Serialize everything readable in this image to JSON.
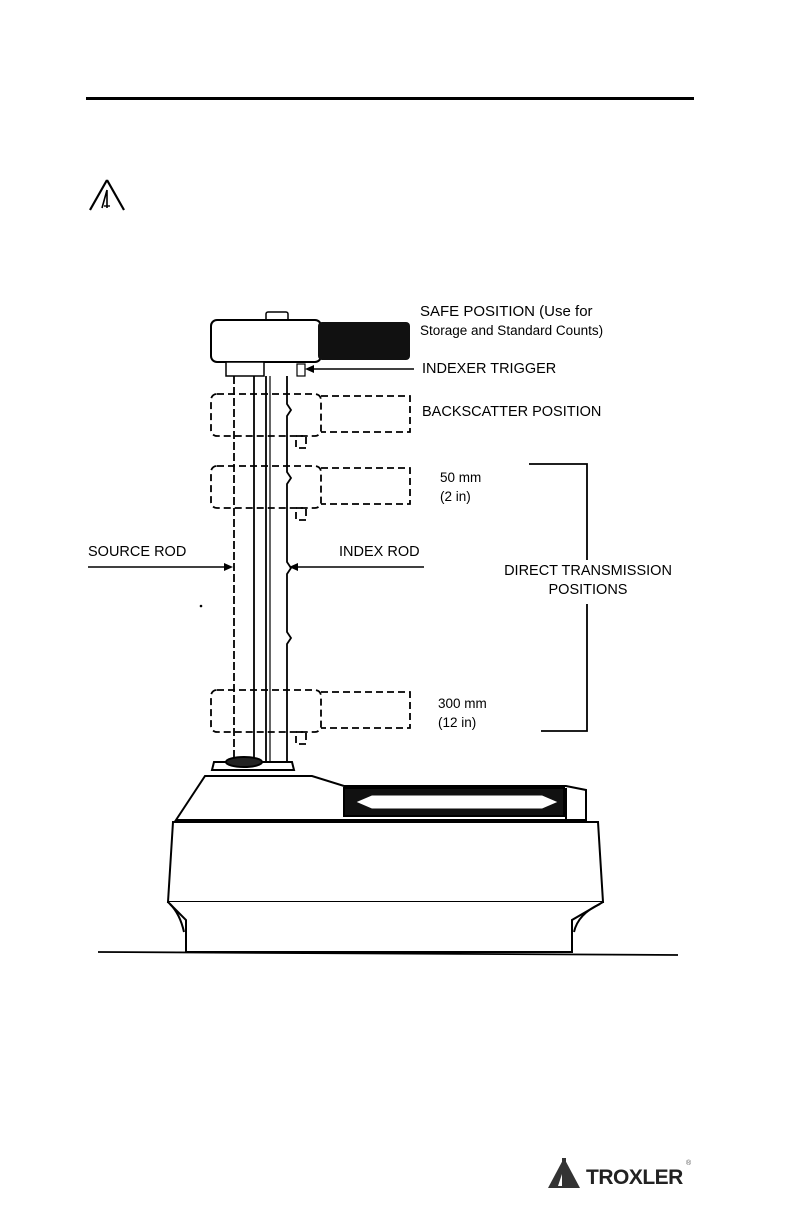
{
  "labels": {
    "safe_position_line1": "SAFE POSITION (Use for",
    "safe_position_line2": "Storage and Standard Counts)",
    "indexer_trigger": "INDEXER TRIGGER",
    "backscatter_position": "BACKSCATTER POSITION",
    "depth_50_line1": "50 mm",
    "depth_50_line2": "(2 in)",
    "source_rod": "SOURCE ROD",
    "index_rod": "INDEX ROD",
    "direct_transmission_line1": "DIRECT TRANSMISSION",
    "direct_transmission_line2": "POSITIONS",
    "depth_300_line1": "300 mm",
    "depth_300_line2": "(12 in)"
  },
  "logo": {
    "brand": "TROXLER",
    "reg": "®"
  },
  "icons": {
    "warning": "warning-triangle-icon"
  }
}
